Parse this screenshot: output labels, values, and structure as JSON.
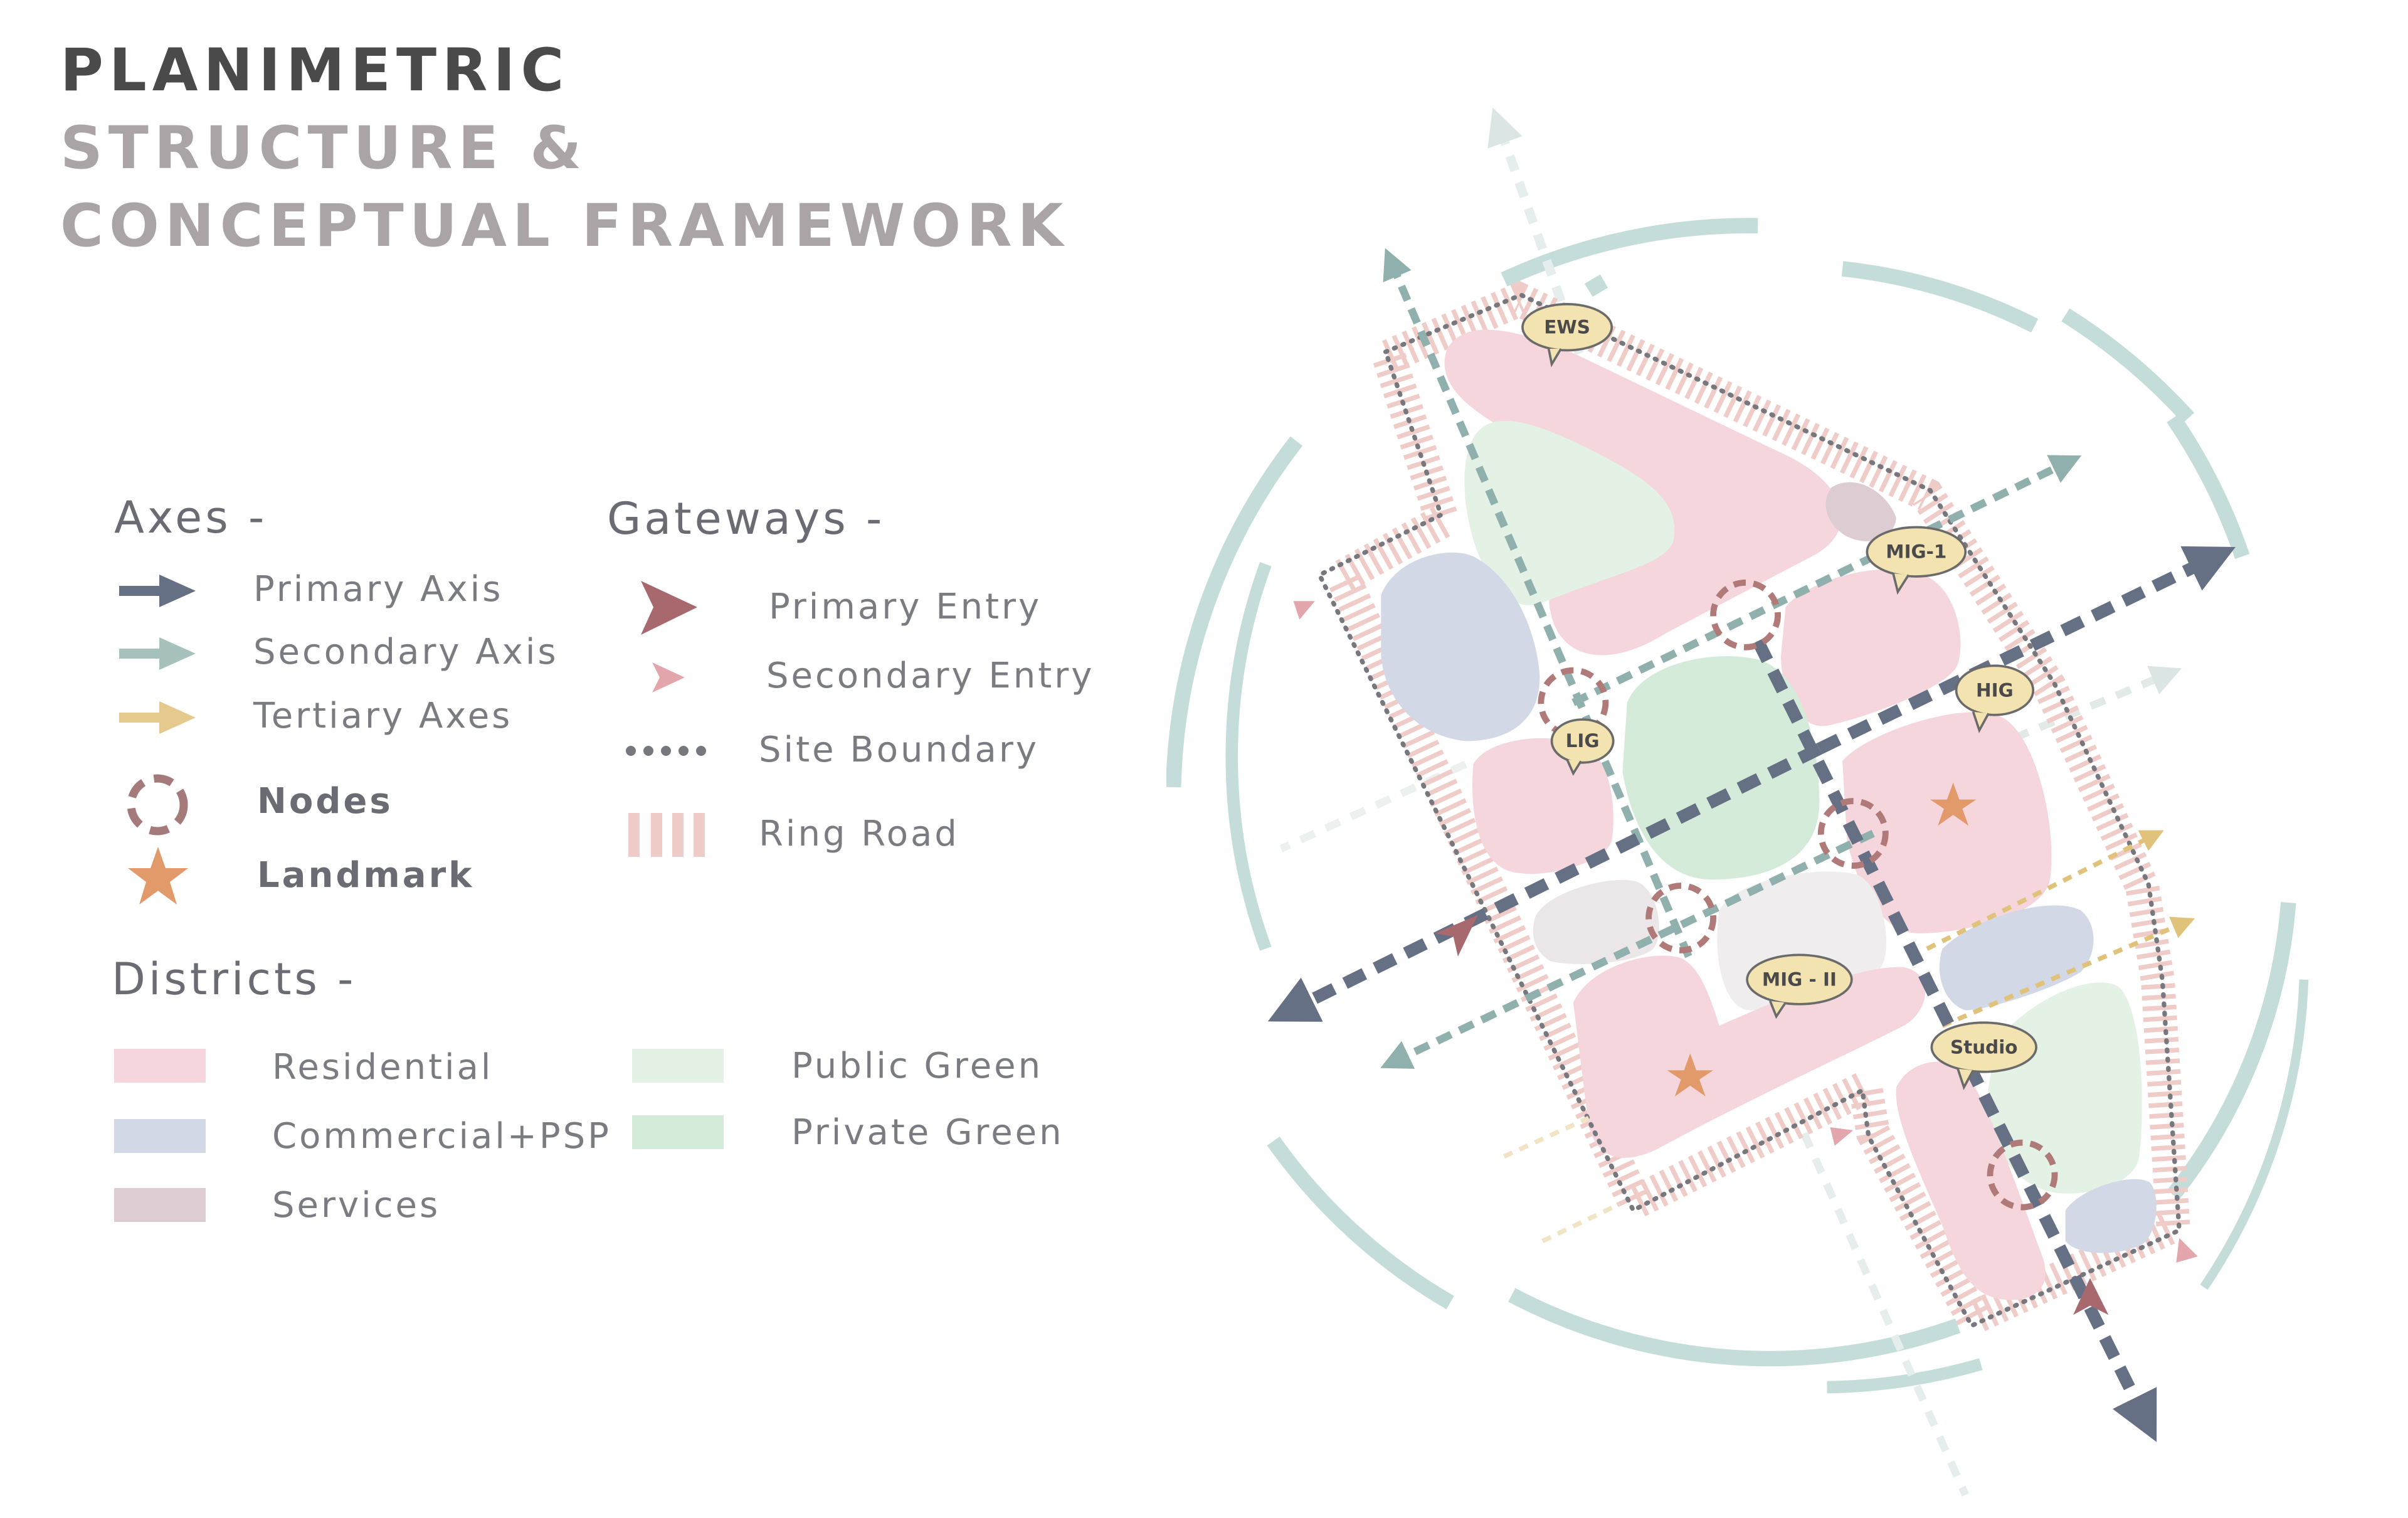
{
  "title": {
    "line1": "PLANIMETRIC",
    "line2": "STRUCTURE &",
    "line3": "CONCEPTUAL FRAMEWORK"
  },
  "legend": {
    "axes": {
      "heading": "Axes -",
      "items": {
        "primary": "Primary Axis",
        "secondary": "Secondary Axis",
        "tertiary": "Tertiary Axes",
        "nodes": "Nodes",
        "landmark": "Landmark"
      }
    },
    "gateways": {
      "heading": "Gateways -",
      "items": {
        "primary_entry": "Primary Entry",
        "secondary_entry": "Secondary Entry",
        "site_boundary": "Site Boundary",
        "ring_road": "Ring Road"
      }
    },
    "districts": {
      "heading": "Districts -",
      "items": {
        "residential": "Residential",
        "commercial": "Commercial+PSP",
        "services": "Services",
        "public_green": "Public Green",
        "private_green": "Private Green"
      }
    }
  },
  "map_labels": {
    "ews": "EWS",
    "mig1": "MIG-1",
    "hig": "HIG",
    "lig": "LIG",
    "mig2": "MIG - II",
    "studio": "Studio"
  },
  "colors": {
    "primary_axis": "#667085",
    "secondary_axis": "#8fb0ad",
    "tertiary_axis": "#e0c27a",
    "node": "#b07a78",
    "landmark": "#e39a6a",
    "primary_entry": "#a8696e",
    "secondary_entry": "#e3a6ad",
    "site_boundary": "#77777e",
    "ring_road": "#efccc8",
    "residential": "#f4d6dc",
    "commercial": "#d3d8e6",
    "services": "#ddcdd3",
    "public_green": "#e4f2e6",
    "private_green": "#d4ebd9",
    "ring_circle": "#c5ddda"
  }
}
